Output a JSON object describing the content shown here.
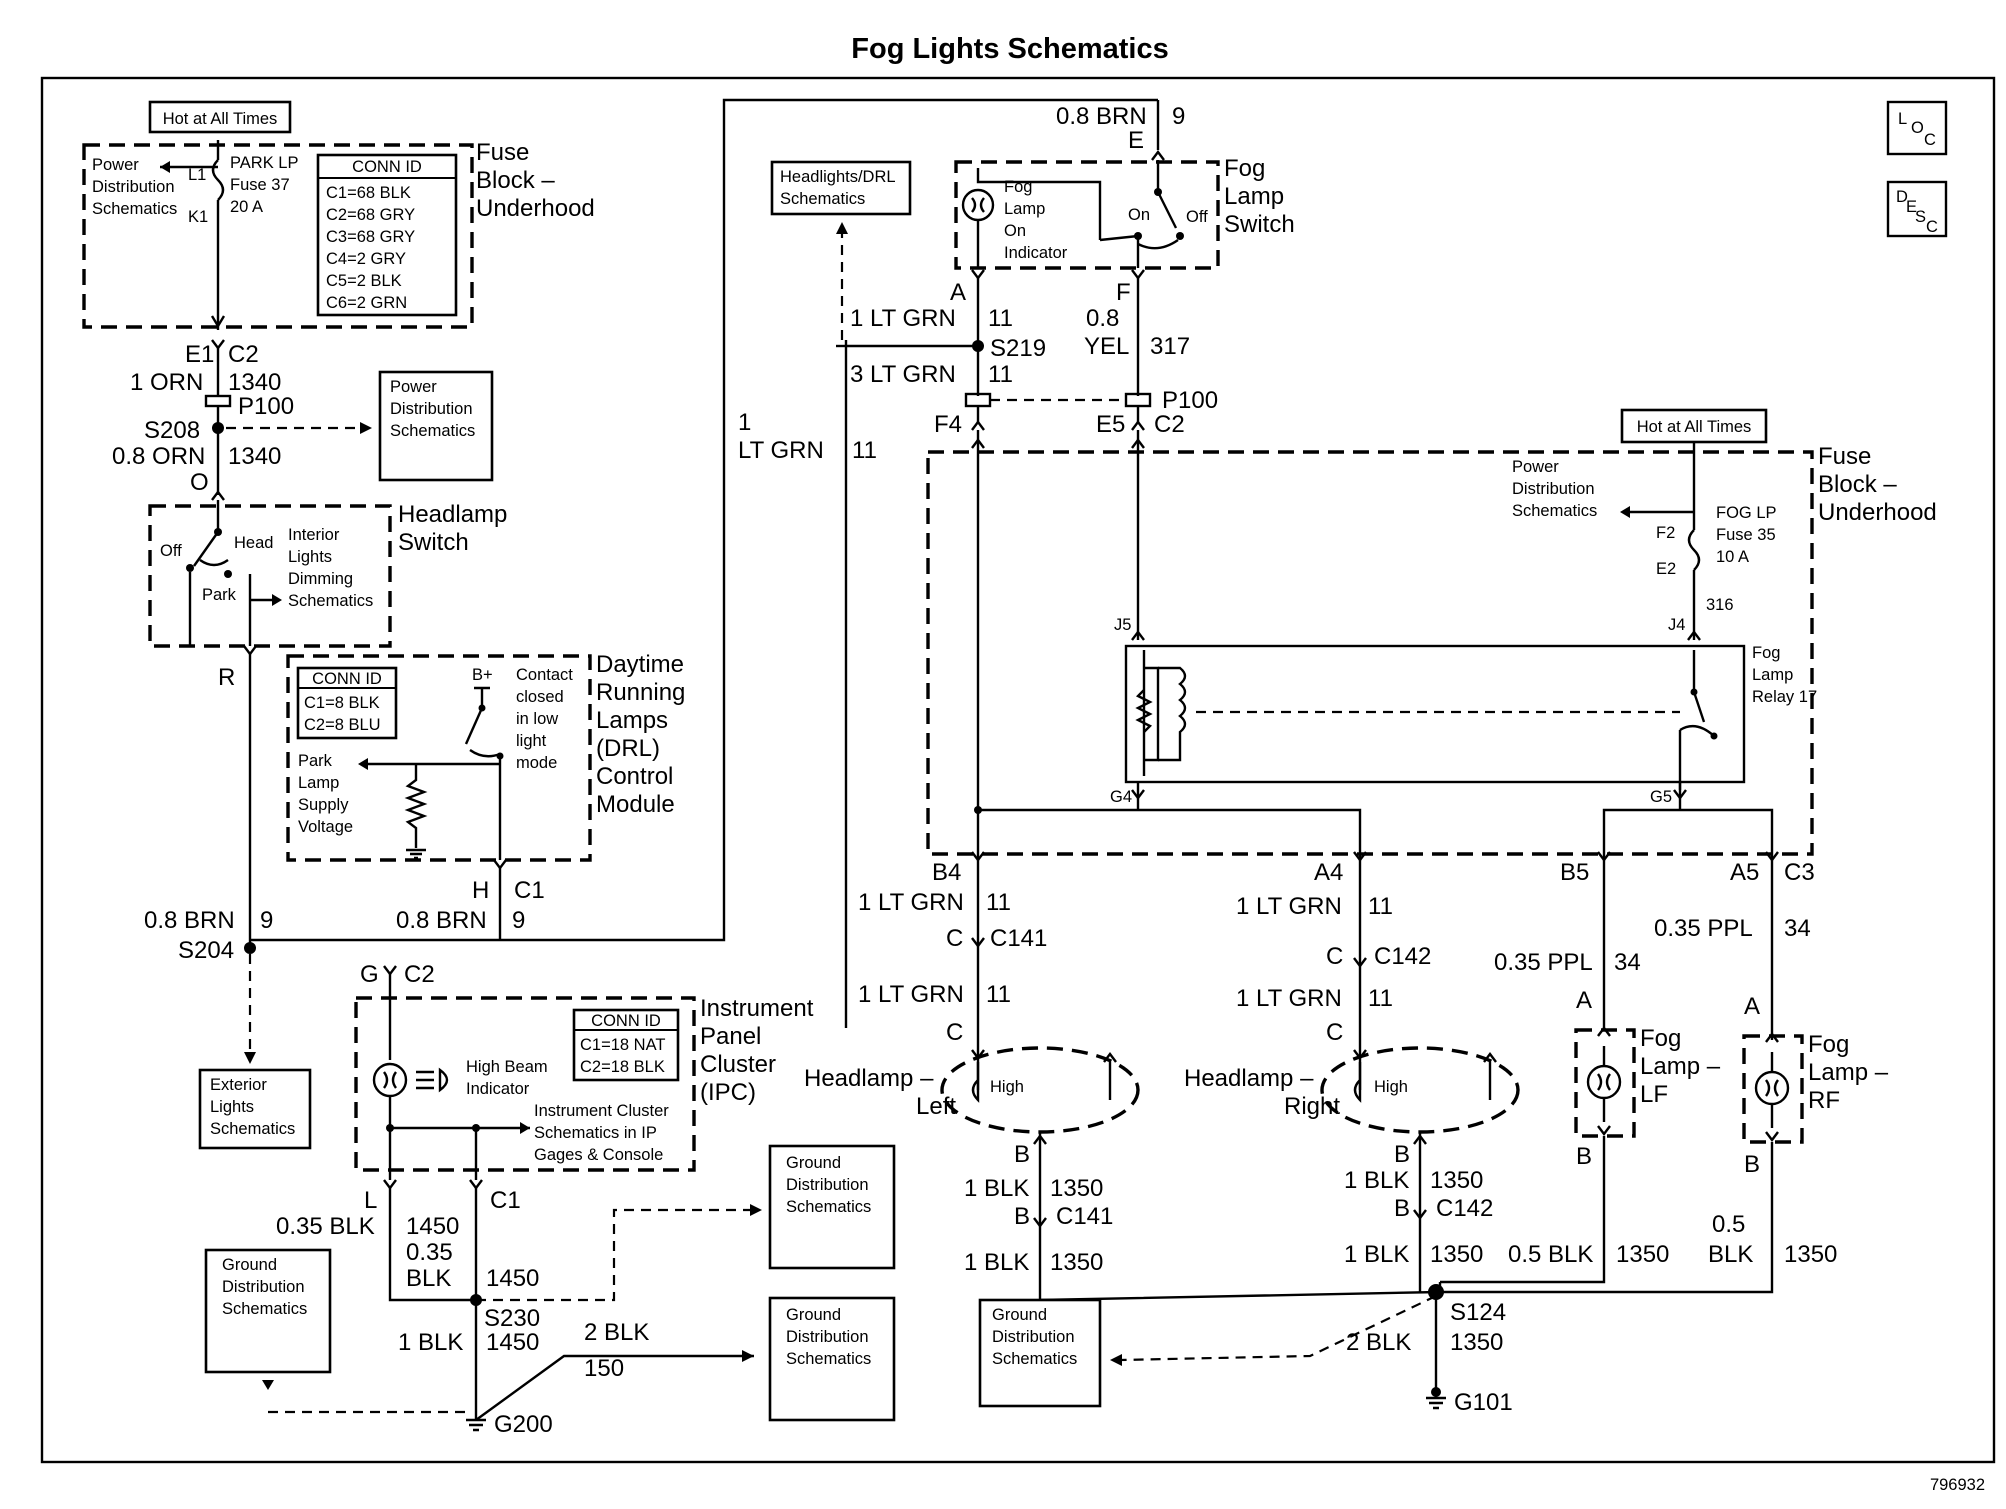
{
  "title": "Fog Lights Schematics",
  "figure_number": "796932",
  "loc_icon": {
    "l": "L",
    "o": "O",
    "c": "C"
  },
  "desc_icon": {
    "d": "D",
    "e": "E",
    "s": "S",
    "c": "C"
  },
  "left": {
    "hot_at_all_times": "Hot at All Times",
    "power_dist_1": "Power",
    "power_dist_2": "Distribution",
    "power_dist_3": "Schematics",
    "l1": "L1",
    "k1": "K1",
    "fuse_1": "PARK LP",
    "fuse_2": "Fuse 37",
    "fuse_3": "20 A",
    "conn_id": "CONN ID",
    "conn_rows": [
      "C1=68 BLK",
      "C2=68 GRY",
      "C3=68 GRY",
      "C4=2 GRY",
      "C5=2 BLK",
      "C6=2 GRN"
    ],
    "fuse_block_1": "Fuse",
    "fuse_block_2": "Block –",
    "fuse_block_3": "Underhood",
    "e1": "E1",
    "c2": "C2",
    "w1_size": "1 ORN",
    "w1_circuit": "1340",
    "p100": "P100",
    "s208": "S208",
    "w2_size": "0.8 ORN",
    "w2_circuit": "1340",
    "o": "O",
    "pd_box": [
      "Power",
      "Distribution",
      "Schematics"
    ],
    "hs_off": "Off",
    "hs_head": "Head",
    "hs_park": "Park",
    "hs_interior": [
      "Interior",
      "Lights",
      "Dimming",
      "Schematics"
    ],
    "headlamp_switch": [
      "Headlamp",
      "Switch"
    ],
    "r": "R",
    "drl_conn_id": "CONN ID",
    "drl_conn_rows": [
      "C1=8 BLK",
      "C2=8 BLU"
    ],
    "bplus": "B+",
    "drl_contact": [
      "Contact",
      "closed",
      "in low",
      "light",
      "mode"
    ],
    "drl_park": [
      "Park",
      "Lamp",
      "Supply",
      "Voltage"
    ],
    "drl_name": [
      "Daytime",
      "Running",
      "Lamps",
      "(DRL)",
      "Control",
      "Module"
    ],
    "h": "H",
    "c1": "C1",
    "w3_size": "0.8 BRN",
    "w3_circuit": "9",
    "w4_size": "0.8 BRN",
    "w4_circuit": "9",
    "s204": "S204",
    "ext_box": [
      "Exterior",
      "Lights",
      "Schematics"
    ]
  },
  "ipc": {
    "g": "G",
    "c2": "C2",
    "conn_id": "CONN ID",
    "conn_rows": [
      "C1=18 NAT",
      "C2=18 BLK"
    ],
    "name": [
      "Instrument",
      "Panel",
      "Cluster",
      "(IPC)"
    ],
    "hb": [
      "High Beam",
      "Indicator"
    ],
    "ic_note": [
      "Instrument Cluster",
      "Schematics in IP",
      "Gages & Console"
    ],
    "l": "L",
    "c1": "C1",
    "w_l_size": "0.35 BLK",
    "w_l_circuit": "1450",
    "w_m_size1": "0.35",
    "w_m_size2": "BLK",
    "w_r_circuit": "1450",
    "s230": "S230",
    "w_low_size": "1 BLK",
    "w_low_circuit": "1450",
    "w_gnd_size": "2 BLK",
    "w_gnd_circuit": "150",
    "g200": "G200",
    "gd_left": [
      "Ground",
      "Distribution",
      "Schematics"
    ],
    "gd_mid_top": [
      "Ground",
      "Distribution",
      "Schematics"
    ],
    "gd_mid_bot": [
      "Ground",
      "Distribution",
      "Schematics"
    ]
  },
  "middle": {
    "brn_size": "0.8 BRN",
    "brn_circuit": "9",
    "e": "E",
    "hl_drl_box": [
      "Headlights/DRL",
      "Schematics"
    ],
    "fog_ind": [
      "Fog",
      "Lamp",
      "On",
      "Indicator"
    ],
    "sw_on": "On",
    "sw_off": "Off",
    "fog_switch": [
      "Fog",
      "Lamp",
      "Switch"
    ],
    "a": "A",
    "f": "F",
    "w_a_size": "1 LT GRN",
    "w_a_circuit": "11",
    "w_f_size1": "0.8",
    "w_f_size2": "YEL",
    "w_f_circuit": "317",
    "s219": "S219",
    "w_3_size": "3 LT GRN",
    "w_3_circuit": "11",
    "p100": "P100",
    "f4": "F4",
    "e5": "E5",
    "c2": "C2",
    "ltgrn_size1": "1",
    "ltgrn_size2": "LT GRN",
    "ltgrn_circuit": "11"
  },
  "fuseblock": {
    "hot_at_all_times": "Hot at All Times",
    "power_dist": [
      "Power",
      "Distribution",
      "Schematics"
    ],
    "fuse": [
      "FOG LP",
      "Fuse 35",
      "10 A"
    ],
    "f2": "F2",
    "e2": "E2",
    "c316": "316",
    "j5": "J5",
    "j4": "J4",
    "relay": [
      "Fog",
      "Lamp",
      "Relay 17"
    ],
    "g4": "G4",
    "g5": "G5",
    "name": [
      "Fuse",
      "Block –",
      "Underhood"
    ]
  },
  "right": {
    "b4": "B4",
    "a4": "A4",
    "b5": "B5",
    "a5": "A5",
    "c3": "C3",
    "hl_w1_size": "1 LT GRN",
    "hl_w1_circuit": "11",
    "c141": "C141",
    "c_lbl": "C",
    "hl_w2_size": "1 LT GRN",
    "hl_w2_circuit": "11",
    "hr_w1_size": "1 LT GRN",
    "hr_w1_circuit": "11",
    "c142": "C142",
    "hr_w2_size": "1 LT GRN",
    "hr_w2_circuit": "11",
    "ppl1_size": "0.35 PPL",
    "ppl1_circuit": "34",
    "ppl2_size": "0.35 PPL",
    "ppl2_circuit": "34",
    "a_lbl": "A",
    "b_lbl": "B",
    "high": "High",
    "hl_left": [
      "Headlamp –",
      "Left"
    ],
    "hl_right": [
      "Headlamp –",
      "Right"
    ],
    "fog_lf": [
      "Fog",
      "Lamp –",
      "LF"
    ],
    "fog_rf": [
      "Fog",
      "Lamp –",
      "RF"
    ],
    "blk1_size": "1 BLK",
    "blk1_circuit": "1350",
    "blk2_size": "1 BLK",
    "blk2_circuit": "1350",
    "blk3_size": "1 BLK",
    "blk3_circuit": "1350",
    "blk4_size": "1 BLK",
    "blk4_circuit": "1350",
    "blk5_size": "0.5 BLK",
    "blk5_circuit": "1350",
    "blk6_size1": "0.5",
    "blk6_size2": "BLK",
    "blk6_circuit": "1350",
    "s124": "S124",
    "blk7_size": "2 BLK",
    "blk7_circuit": "1350",
    "g101": "G101",
    "gd_box": [
      "Ground",
      "Distribution",
      "Schematics"
    ]
  }
}
